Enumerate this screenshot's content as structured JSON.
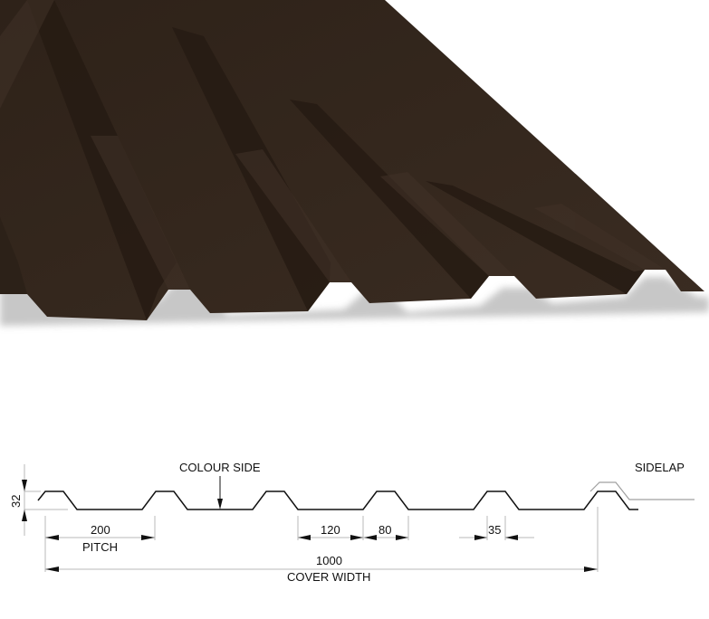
{
  "product": {
    "render": {
      "sheet_color": "#33261c",
      "sheet_shadow_color": "#261b13",
      "sheet_highlight_color": "#403127",
      "background": "#ffffff"
    }
  },
  "diagram": {
    "labels": {
      "height": "32",
      "colour_side": "COLOUR SIDE",
      "sidelap": "SIDELAP",
      "pitch_value": "200",
      "pitch_label": "PITCH",
      "trough_value": "120",
      "crown_value": "80",
      "crest_value": "35",
      "cover_width_value": "1000",
      "cover_width_label": "COVER WIDTH"
    },
    "colors": {
      "profile_line": "#111111",
      "sidelap_line": "#a0a0a0",
      "dimension_line": "#b8b8b8"
    }
  }
}
